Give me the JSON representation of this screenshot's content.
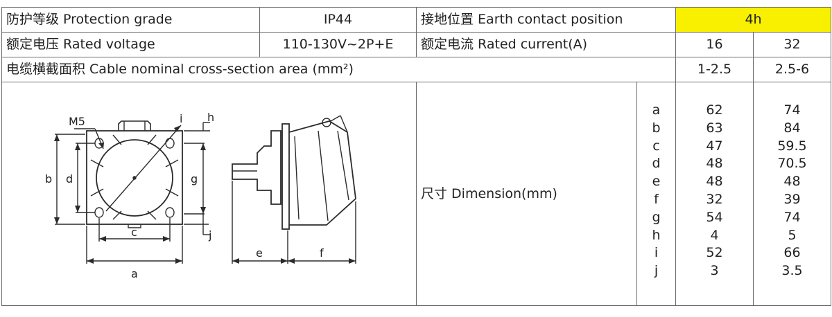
{
  "table": {
    "row1": {
      "protection_label": "防护等级 Protection grade",
      "protection_value": "IP44",
      "earth_label": "接地位置 Earth contact position",
      "earth_value": "4h"
    },
    "row2": {
      "voltage_label": "额定电压 Rated voltage",
      "voltage_value": "110-130V~2P+E",
      "current_label": "额定电流 Rated current(A)",
      "current_16": "16",
      "current_32": "32"
    },
    "row3": {
      "cable_label": "电缆横截面积 Cable nominal cross-section area (mm²)",
      "cable_16": "1-2.5",
      "cable_32": "2.5-6"
    },
    "dimension": {
      "label": "尺寸 Dimension(mm)",
      "letters": [
        "a",
        "b",
        "c",
        "d",
        "e",
        "f",
        "g",
        "h",
        "i",
        "j"
      ],
      "values_16": [
        "62",
        "63",
        "47",
        "48",
        "48",
        "32",
        "54",
        "4",
        "52",
        "3"
      ],
      "values_32": [
        "74",
        "84",
        "59.5",
        "70.5",
        "48",
        "39",
        "74",
        "5",
        "66",
        "3.5"
      ]
    }
  },
  "drawing": {
    "labels": {
      "m5": "M5",
      "i": "i",
      "h": "h",
      "b": "b",
      "d": "d",
      "g": "g",
      "j": "j",
      "c": "c",
      "a": "a",
      "e": "e",
      "f": "f"
    },
    "colors": {
      "line": "#2b2b2b",
      "highlight": "#f9f000"
    }
  }
}
